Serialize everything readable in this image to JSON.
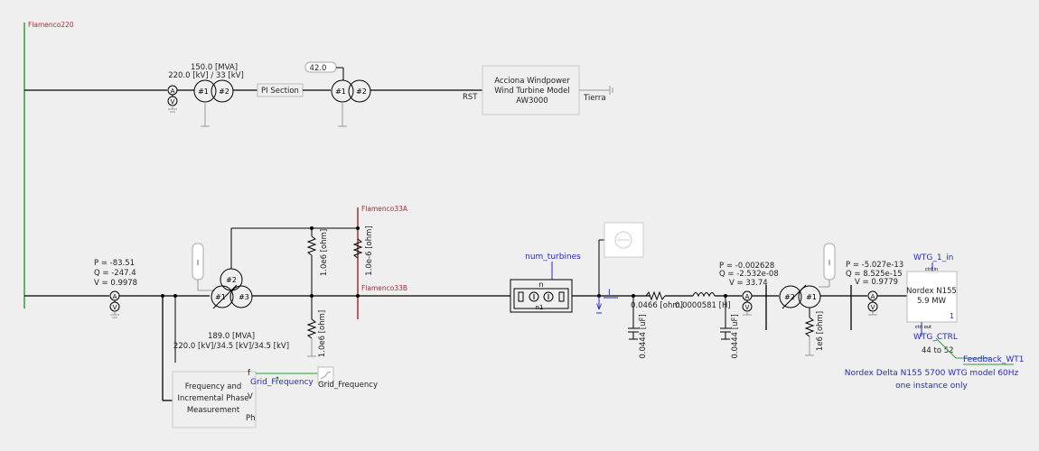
{
  "buses": {
    "top": "Flamenco220",
    "b33a": "Flamenco33A",
    "b33b": "Flamenco33B"
  },
  "top_line": {
    "tx1_rating": "150.0 [MVA]",
    "tx1_voltages": "220.0 [kV] / 33 [kV]",
    "tx1_w1": "#1",
    "tx1_w2": "#2",
    "pi_section": "PI Section",
    "tx2_value": "42.0",
    "tx2_w1": "#1",
    "tx2_w2": "#2",
    "rst": "RST",
    "turbine_model": [
      "Acciona Windpower",
      "Wind Turbine Model",
      "AW3000"
    ],
    "tierra": "Tierra"
  },
  "meter1": {
    "p": "P = -83.51",
    "q": "Q = -247.4",
    "v": "V = 0.9978"
  },
  "main_tx": {
    "w1": "#1",
    "w2": "#2",
    "w3": "#3",
    "rating": "189.0 [MVA]",
    "voltages": "220.0 [kV]/34.5 [kV]/34.5 [kV]"
  },
  "resistors": {
    "r1": "1.0e6 [ohm]",
    "r2": "1.0e-6 [ohm]",
    "r3": "1.0e6 [ohm]"
  },
  "freq_block": {
    "title": [
      "Frequency and",
      "Incremental Phase",
      "Measurement"
    ],
    "f": "f",
    "v": "V",
    "ph": "Ph",
    "grid_freq_signal": "Grid_Frequency",
    "grid_freq_label": "Grid_Frequency"
  },
  "turbines": {
    "label": "num_turbines",
    "n": "n",
    "n1": "n1"
  },
  "current_label": "I",
  "voltage_label": "V",
  "line": {
    "cap1": "0.0444 [uF]",
    "r": "0.0466 [ohm]",
    "l": "0.0000581 [H]",
    "cap2": "0.0444 [uF]"
  },
  "meter2": {
    "p": "P = -0.002628",
    "q": "Q = -2.532e-08",
    "v": "V = 33.74"
  },
  "wtg_tx": {
    "w2": "#2",
    "w1": "#1",
    "r": "1e6 [ohm]"
  },
  "meter3": {
    "p": "P = -5.027e-13",
    "q": "Q = 8.525e-15",
    "v": "V = 0.9779"
  },
  "nordex": {
    "in_label": "WTG_1_in",
    "ctrl_in": "ctrl in",
    "name": "Nordex N155",
    "power": "5.9 MW",
    "num": "1",
    "ctrl_out": "ctrl out",
    "ctrl_label": "WTG_CTRL",
    "range": "44 to 52",
    "feedback": "Feedback_WT1",
    "note1": "Nordex Delta N155 5700  WTG model  60Hz",
    "note2": "one instance only"
  },
  "meter_a": "A",
  "meter_v": "V",
  "colors": {
    "bus_label": "#a0303c",
    "signal": "#2727c8",
    "ground_line": "#2e9e3e"
  }
}
